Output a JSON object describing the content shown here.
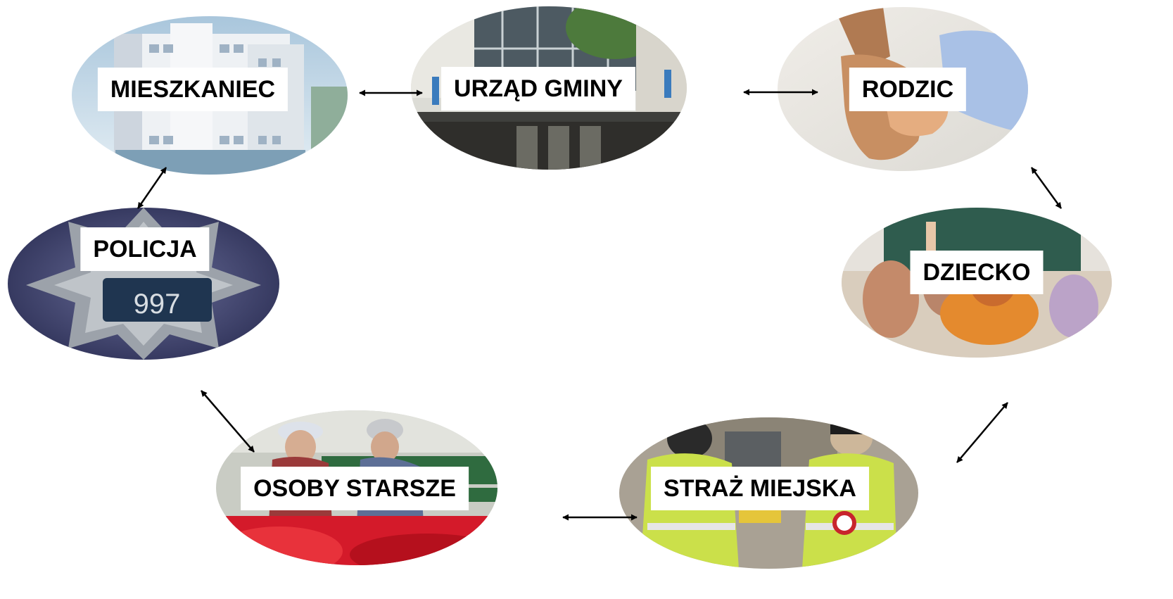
{
  "nodes": {
    "mieszkaniec": {
      "label": "MIESZKANIEC",
      "picture": "apartment-building-photo"
    },
    "urzad_gminy": {
      "label": "URZĄD GMINY",
      "picture": "municipal-office-entrance-photo"
    },
    "rodzic": {
      "label": "RODZIC",
      "picture": "parent-holding-child-hand-photo"
    },
    "policja": {
      "label": "POLICJA",
      "picture": "police-badge-photo",
      "badge_number": "997"
    },
    "dziecko": {
      "label": "DZIECKO",
      "picture": "children-in-classroom-photo"
    },
    "osoby_starsze": {
      "label": "OSOBY STARSZE",
      "picture": "elderly-women-on-bench-photo"
    },
    "straz_miejska": {
      "label": "STRAŻ MIEJSKA",
      "picture": "municipal-guards-photo"
    }
  },
  "connections": [
    [
      "mieszkaniec",
      "urzad_gminy"
    ],
    [
      "urzad_gminy",
      "rodzic"
    ],
    [
      "mieszkaniec",
      "policja"
    ],
    [
      "rodzic",
      "dziecko"
    ],
    [
      "policja",
      "osoby_starsze"
    ],
    [
      "dziecko",
      "straz_miejska"
    ],
    [
      "osoby_starsze",
      "straz_miejska"
    ]
  ],
  "colors": {
    "arrow": "#000000",
    "label_background": "#ffffff",
    "label_text": "#000000"
  }
}
